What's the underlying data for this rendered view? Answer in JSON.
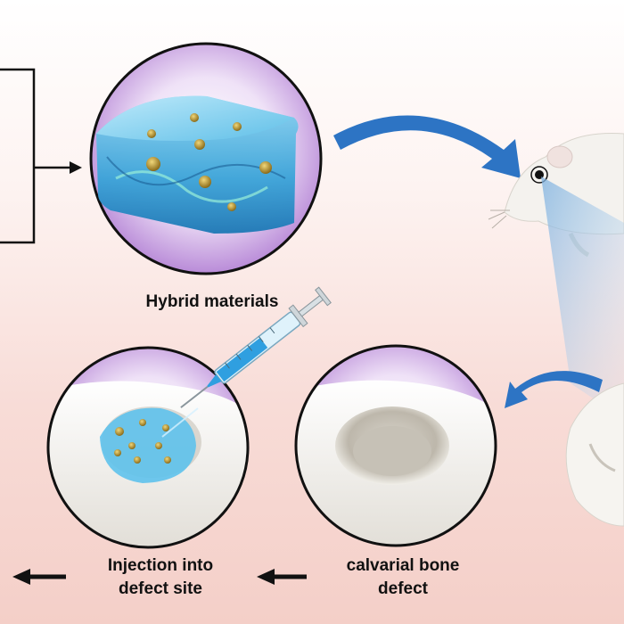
{
  "labels": {
    "hybrid_materials": "Hybrid materials",
    "injection_line1": "Injection into",
    "injection_line2": "defect site",
    "calvarial_line1": "calvarial bone",
    "calvarial_line2": "defect"
  },
  "colors": {
    "arrow_blue": "#2d74c4",
    "gel_blue": "#4fb3e3",
    "circle_purple": "#c79be0",
    "bone_white": "#f3f1ec",
    "particle_gold": "#c5a030"
  },
  "icons": [
    "gel-cube-icon",
    "rat-icon",
    "syringe-icon",
    "bone-defect-icon",
    "arrow-icon"
  ]
}
